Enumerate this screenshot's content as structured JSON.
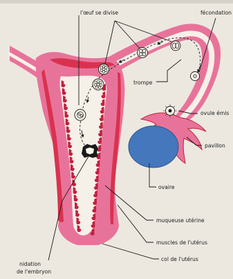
{
  "colors": {
    "paper": "#ece8e0",
    "tissue_outer": "#e8739a",
    "tissue_dark": "#c2203e",
    "muscle_red": "#d9324f",
    "cavity": "#f5f0e8",
    "ovary": "#4477bb",
    "ink": "#1a1a1a"
  },
  "labels": {
    "egg_divides": "l'œuf se divise",
    "fertilization": "fécondation",
    "tube": "trompe",
    "ovum_released": "ovule émis",
    "infundibulum": "pavillon",
    "ovary": "ovaire",
    "mucosa": "muqueuse utérine",
    "muscles": "muscles de l'utérus",
    "cervix": "col de l'utérus",
    "nidation_line1": "nidation",
    "nidation_line2": "de l'embryon"
  },
  "icons": {
    "cell_stage_2": "two-cell-icon",
    "cell_stage_4": "four-cell-icon",
    "cell_stage_8": "eight-cell-icon",
    "morula": "morula-icon",
    "ovum": "ovum-icon",
    "embryo": "embryo-icon",
    "arrow": "arrow-icon"
  }
}
